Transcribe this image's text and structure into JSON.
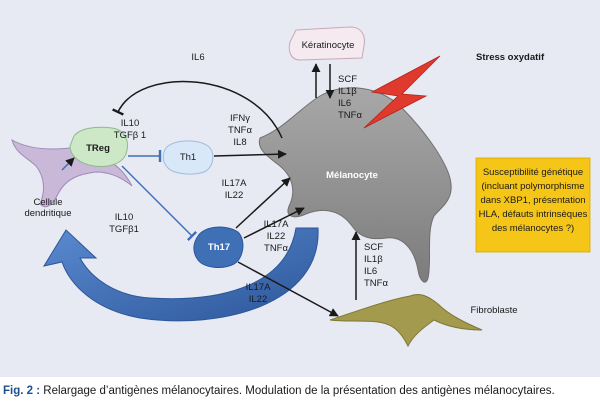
{
  "nodes": {
    "keratinocyte": "Kératinocyte",
    "stress": "Stress oxydatif",
    "treg": "TReg",
    "th1": "Th1",
    "th17": "Th17",
    "cellule_line1": "Cellule",
    "cellule_line2": "dendritique",
    "melanocyte": "Mélanocyte",
    "fibroblast": "Fibroblaste"
  },
  "edges": {
    "il6_top": "IL6",
    "treg_l1": "IL10",
    "treg_l2": "TGFβ 1",
    "dc_l1": "IL10",
    "dc_l2": "TGFβ1",
    "th1_l1": "IFNγ",
    "th1_l2": "TNFα",
    "th1_l3": "IL8",
    "th17up_l1": "IL17A",
    "th17up_l2": "IL22",
    "th17mid_l1": "IL17A",
    "th17mid_l2": "IL22",
    "th17mid_l3": "TNFα",
    "th17fib_l1": "IL17A",
    "th17fib_l2": "IL22",
    "kera_l1": "SCF",
    "kera_l2": "IL1β",
    "kera_l3": "IL6",
    "kera_l4": "TNFα",
    "fib_l1": "SCF",
    "fib_l2": "IL1β",
    "fib_l3": "IL6",
    "fib_l4": "TNFα"
  },
  "genetic_box": {
    "line1": "Susceptibilité génétique",
    "line2": "(incluant polymorphisme",
    "line3": "dans XBP1, présentation",
    "line4": "HLA, défauts intrinsèques",
    "line5": "des mélanocytes ?)"
  },
  "caption": {
    "label": "Fig. 2 :",
    "text": " Relargage d’antigènes mélanocytaires. Modulation de la présentation des antigènes mélanocytaires."
  },
  "colors": {
    "background": "#e7eaf3",
    "melanocyte": "#8f8f8f",
    "treg": "#cde8c6",
    "th1": "#d8e8f8",
    "th17": "#3f6fb5",
    "dendritic_cell": "#c9b8d8",
    "fibroblast": "#a39a4e",
    "keratinocyte": "#f4eaef",
    "stress": "#e03a2e",
    "genetic_box": "#f5c518",
    "big_arrow": "#3f6fb5",
    "caption_label": "#1f4f8f"
  }
}
